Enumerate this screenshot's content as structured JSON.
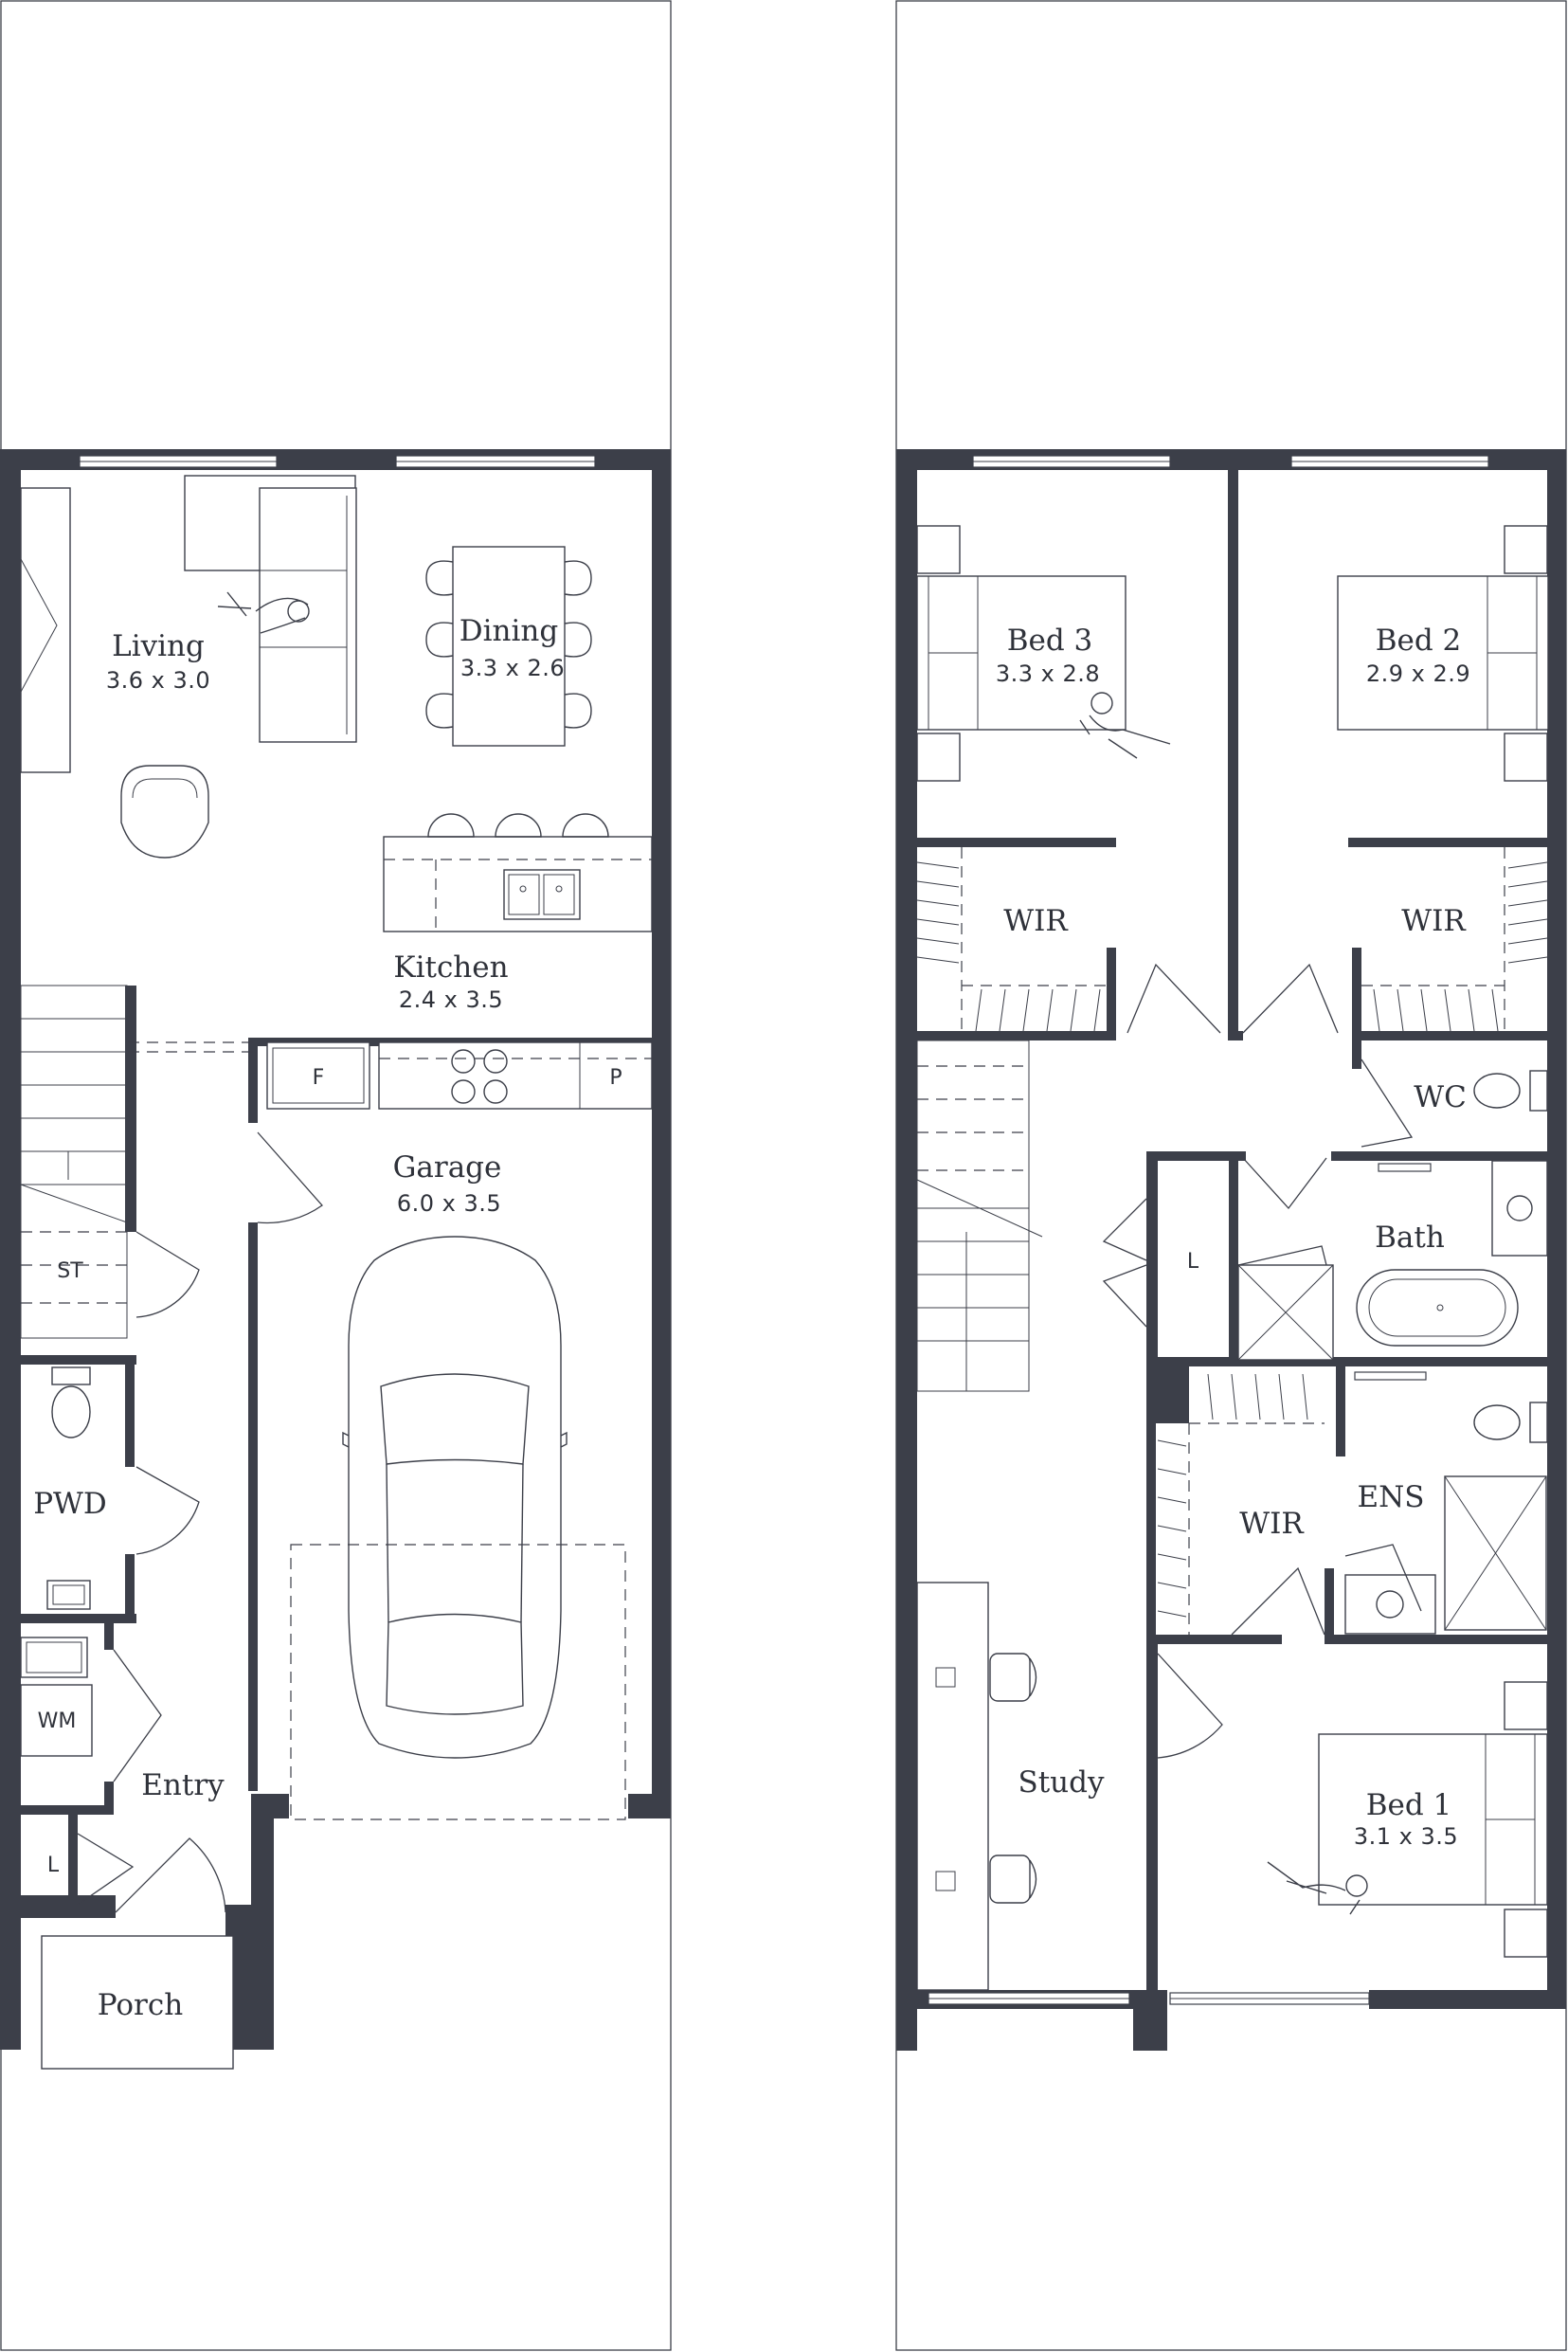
{
  "ground_floor": {
    "living": {
      "name": "Living",
      "dims": "3.6 x 3.0"
    },
    "dining": {
      "name": "Dining",
      "dims": "3.3 x 2.6"
    },
    "kitchen": {
      "name": "Kitchen",
      "dims": "2.4 x 3.5"
    },
    "garage": {
      "name": "Garage",
      "dims": "6.0 x 3.5"
    },
    "pwd": {
      "name": "PWD"
    },
    "entry": {
      "name": "Entry"
    },
    "porch": {
      "name": "Porch"
    },
    "fridge_code": "F",
    "pantry_code": "P",
    "store_code": "ST",
    "washer_code": "WM",
    "linen_code": "L"
  },
  "upper_floor": {
    "bed3": {
      "name": "Bed 3",
      "dims": "3.3 x 2.8"
    },
    "bed2": {
      "name": "Bed 2",
      "dims": "2.9 x 2.9"
    },
    "bed1": {
      "name": "Bed 1",
      "dims": "3.1 x 3.5"
    },
    "wir_bed3": {
      "name": "WIR"
    },
    "wir_bed2": {
      "name": "WIR"
    },
    "wir_bed1": {
      "name": "WIR"
    },
    "wc": {
      "name": "WC"
    },
    "bath": {
      "name": "Bath"
    },
    "ens": {
      "name": "ENS"
    },
    "study": {
      "name": "Study"
    },
    "linen_code": "L"
  }
}
